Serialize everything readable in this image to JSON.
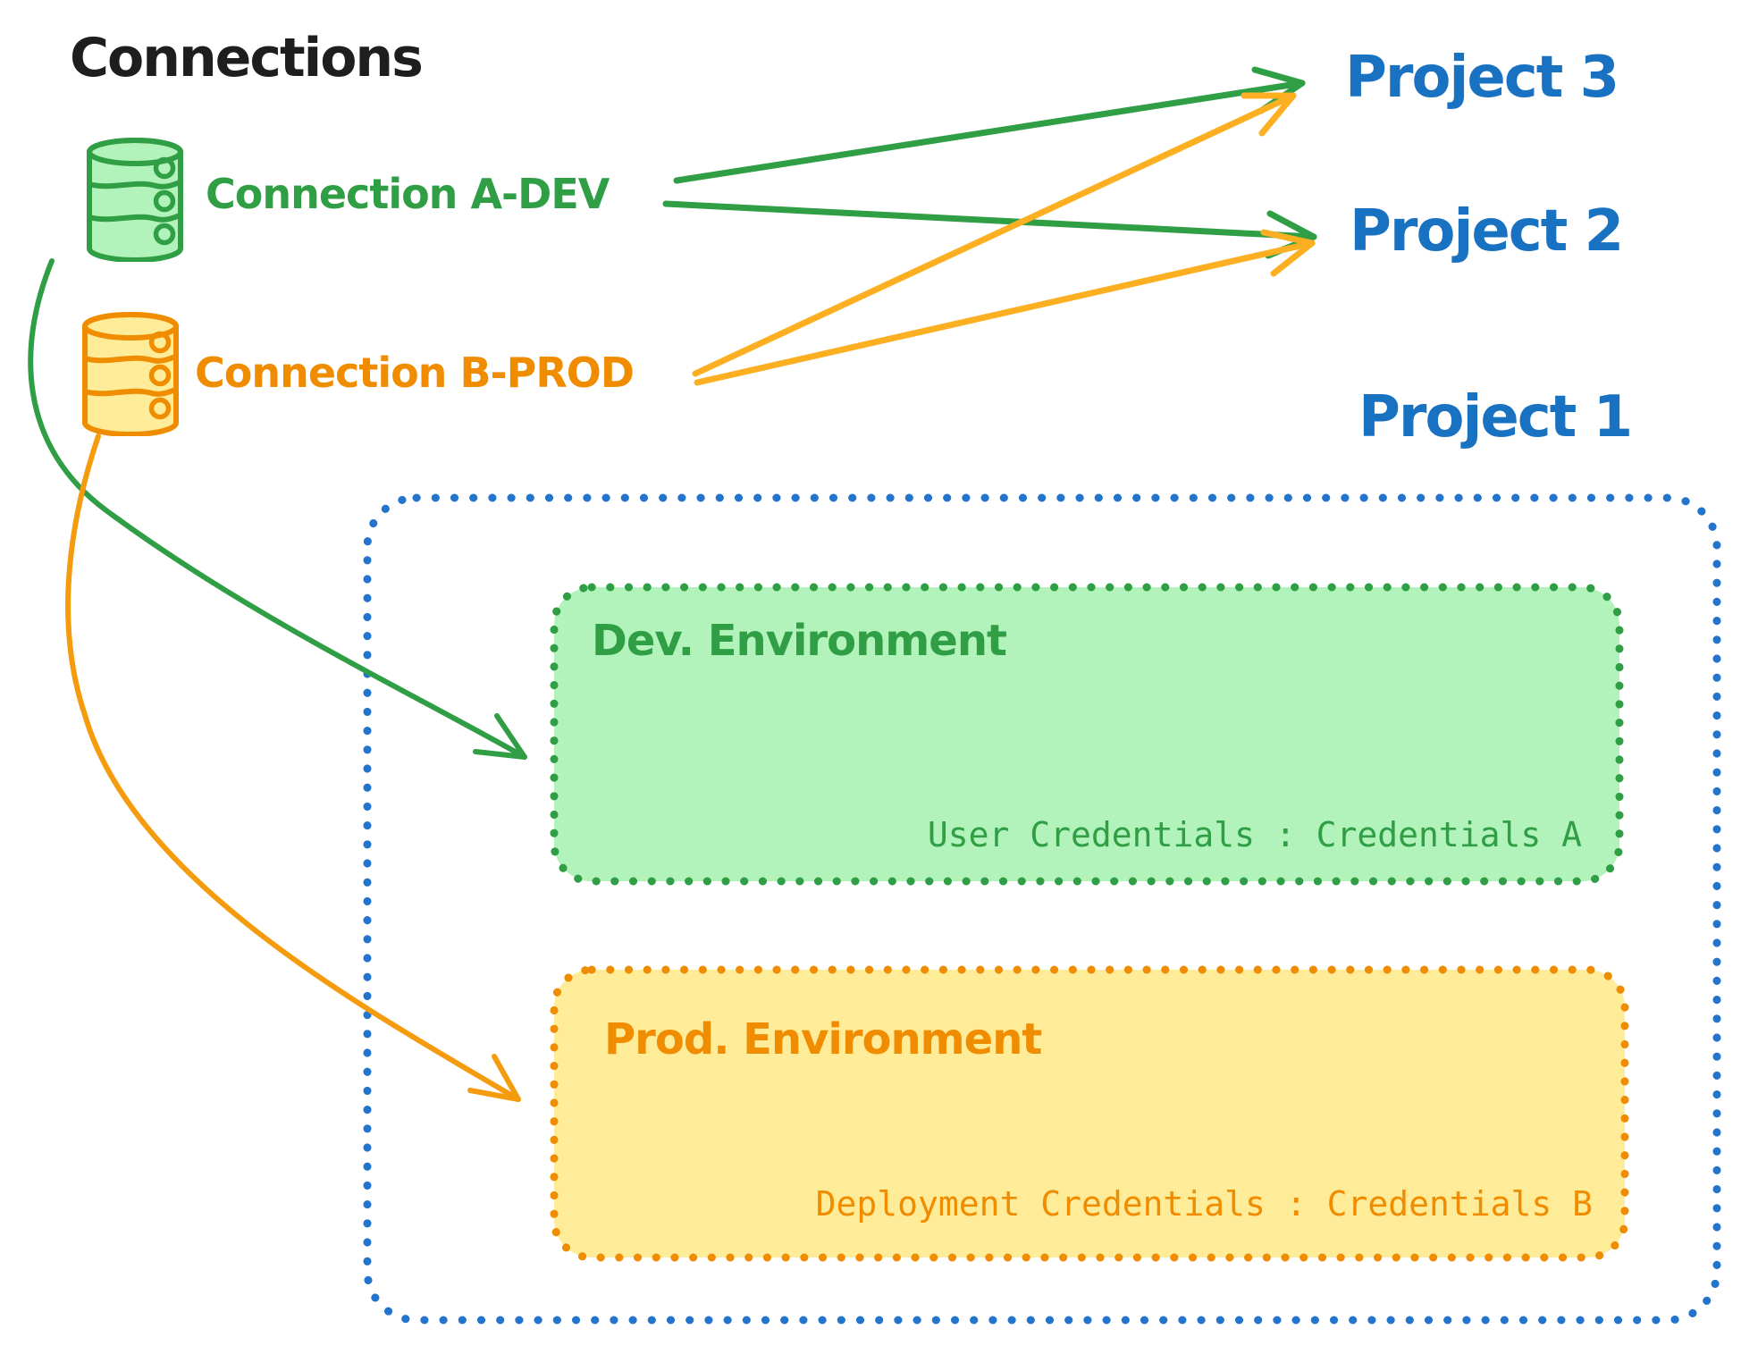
{
  "title": {
    "text": "Connections"
  },
  "connections": [
    {
      "label": "Connection A-DEV",
      "type": "database",
      "color": "#2f9e44"
    },
    {
      "label": "Connection B-PROD",
      "type": "database",
      "color": "#f08c00"
    }
  ],
  "projects": [
    {
      "label": "Project 3"
    },
    {
      "label": "Project 2"
    },
    {
      "label": "Project 1"
    }
  ],
  "environments": [
    {
      "name": "Dev. Environment",
      "credentials": "User Credentials : Credentials A",
      "color": "#2f9e44",
      "fill": "#b2f2bb"
    },
    {
      "name": "Prod. Environment",
      "credentials": "Deployment Credentials : Credentials B",
      "color": "#f08c00",
      "fill": "#ffec99"
    }
  ],
  "edges": [
    {
      "from": "Connection A-DEV",
      "to": "Project 3",
      "color": "green",
      "style": "straight"
    },
    {
      "from": "Connection A-DEV",
      "to": "Project 2",
      "color": "green",
      "style": "straight"
    },
    {
      "from": "Connection B-PROD",
      "to": "Project 3",
      "color": "orange",
      "style": "straight"
    },
    {
      "from": "Connection B-PROD",
      "to": "Project 2",
      "color": "orange",
      "style": "straight"
    },
    {
      "from": "Connection A-DEV",
      "to": "Dev. Environment",
      "color": "green",
      "style": "curved"
    },
    {
      "from": "Connection B-PROD",
      "to": "Prod. Environment",
      "color": "orange",
      "style": "curved"
    }
  ],
  "colors": {
    "ink": "#1e1e1e",
    "green": "#2f9e44",
    "green_fill": "#b2f2bb",
    "orange": "#f08c00",
    "orange_fill": "#ffec99",
    "orange_arrow": "#fcb021",
    "orange_arrow_curved": "#f49b0e",
    "blue": "#1971c2",
    "blue_border": "#2374cd"
  }
}
